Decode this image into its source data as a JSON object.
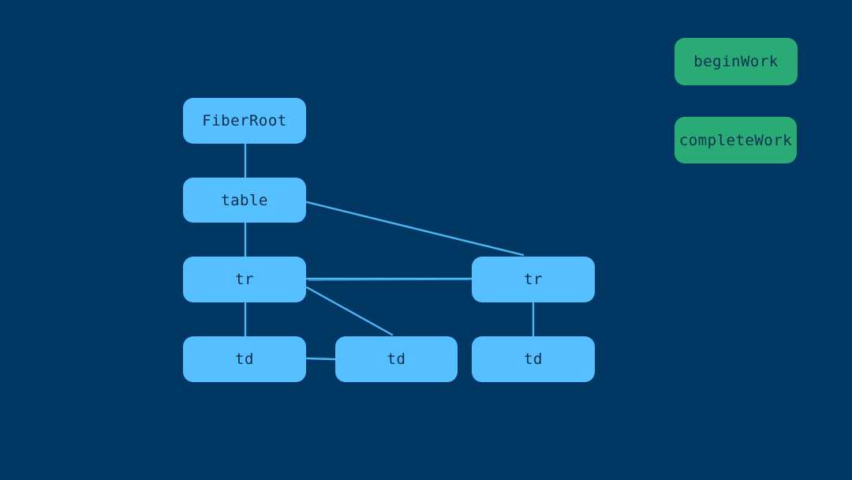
{
  "colors": {
    "background": "#003863",
    "node_fill": "#55bfff",
    "node_text": "#0d2e4b",
    "edge": "#4fb6f5",
    "button_fill": "#2aab76",
    "button_text": "#0b3150"
  },
  "diagram": {
    "nodes": [
      {
        "id": "fiberroot",
        "label": "FiberRoot"
      },
      {
        "id": "table",
        "label": "table"
      },
      {
        "id": "tr-left",
        "label": "tr"
      },
      {
        "id": "td-left",
        "label": "td"
      },
      {
        "id": "td-middle",
        "label": "td"
      },
      {
        "id": "tr-right",
        "label": "tr"
      },
      {
        "id": "td-right",
        "label": "td"
      }
    ],
    "edges": [
      {
        "from": "fiberroot",
        "to": "table"
      },
      {
        "from": "table",
        "to": "tr-left"
      },
      {
        "from": "table",
        "to": "tr-right"
      },
      {
        "from": "tr-left",
        "to": "td-left"
      },
      {
        "from": "tr-left",
        "to": "tr-right"
      },
      {
        "from": "tr-left",
        "to": "td-middle"
      },
      {
        "from": "td-left",
        "to": "td-middle"
      },
      {
        "from": "tr-right",
        "to": "td-right"
      }
    ]
  },
  "legend": {
    "buttons": [
      {
        "label": "beginWork"
      },
      {
        "label": "completeWork"
      }
    ]
  }
}
